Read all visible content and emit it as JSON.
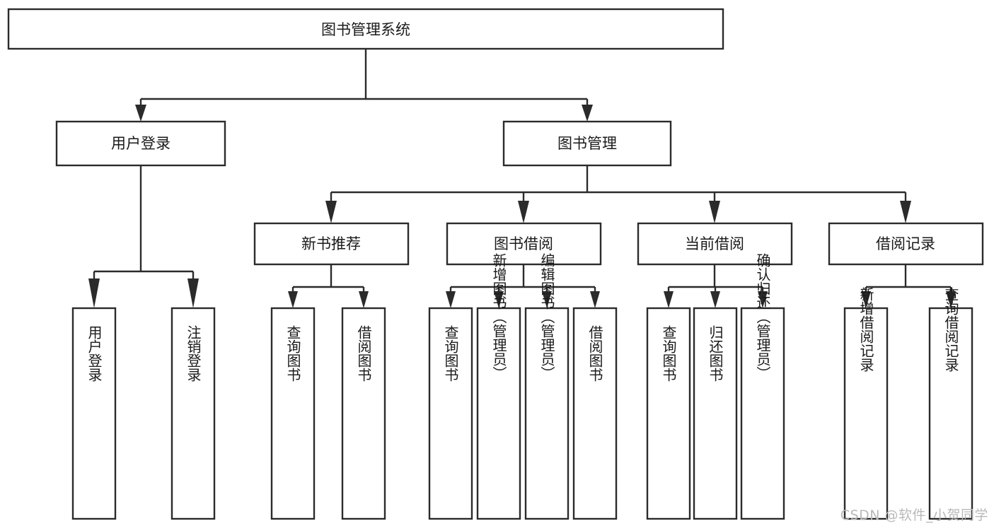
{
  "diagram": {
    "title": "图书管理系统",
    "type": "tree-structure-diagram",
    "colors": {
      "box_stroke": "#2b2b2b",
      "box_fill": "#ffffff",
      "connector": "#2b2b2b",
      "text": "#1a1a1a",
      "background": "#ffffff",
      "watermark": "#b9b9b9"
    },
    "root": {
      "label": "图书管理系统"
    },
    "level2": [
      {
        "label": "用户登录"
      },
      {
        "label": "图书管理"
      }
    ],
    "level3": [
      {
        "label": "新书推荐"
      },
      {
        "label": "图书借阅"
      },
      {
        "label": "当前借阅"
      },
      {
        "label": "借阅记录"
      }
    ],
    "leaves": {
      "user_login": [
        {
          "label": "用户登录"
        },
        {
          "label": "注销登录"
        }
      ],
      "new_book_recommend": [
        {
          "label": "查询图书"
        },
        {
          "label": "借阅图书"
        }
      ],
      "book_borrow": [
        {
          "label": "查询图书"
        },
        {
          "label": "新增图书（管理员）"
        },
        {
          "label": "编辑图书（管理员）"
        },
        {
          "label": "借阅图书"
        }
      ],
      "current_borrow": [
        {
          "label": "查询图书"
        },
        {
          "label": "归还图书"
        },
        {
          "label": "确认归还（管理员）"
        }
      ],
      "borrow_record": [
        {
          "label": "新增借阅记录"
        },
        {
          "label": "查询借阅记录"
        }
      ]
    }
  },
  "watermark": {
    "text": "CSDN @软件_小贺同学"
  }
}
